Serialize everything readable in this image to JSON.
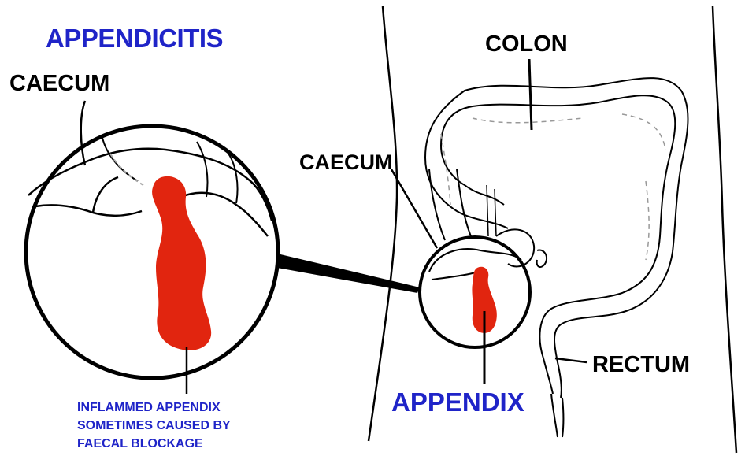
{
  "title": "APPENDICITIS",
  "labels": {
    "caecum_zoom": "CAECUM",
    "colon": "COLON",
    "caecum_body": "CAECUM",
    "rectum": "RECTUM",
    "appendix": "APPENDIX"
  },
  "caption": {
    "line1": "INFLAMMED APPENDIX",
    "line2": "SOMETIMES CAUSED BY",
    "line3": "FAECAL BLOCKAGE"
  },
  "colors": {
    "blue_text": "#1f24c8",
    "black_text": "#000000",
    "inflamed_red": "#e1250f",
    "outline": "#000000"
  }
}
